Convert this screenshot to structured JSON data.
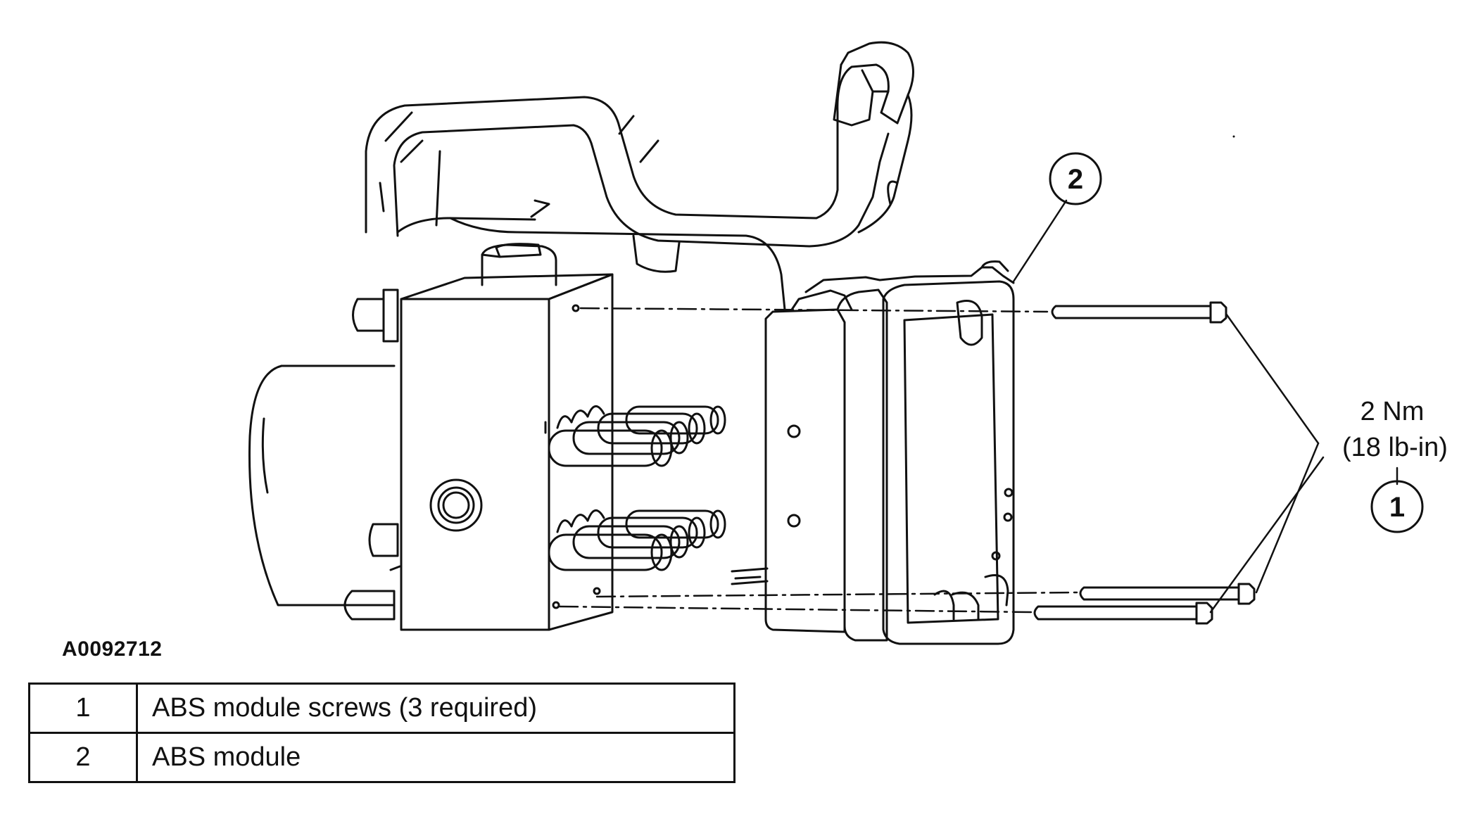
{
  "figure": {
    "id": "A0092712",
    "callouts": [
      {
        "number": "1"
      },
      {
        "number": "2"
      }
    ],
    "torque": {
      "value": "2 Nm",
      "imperial": "(18 lb-in)"
    }
  },
  "legend": {
    "rows": [
      {
        "number": "1",
        "description": "ABS module screws (3 required)"
      },
      {
        "number": "2",
        "description": "ABS module"
      }
    ]
  },
  "icons": [
    "abs-hydraulic-unit-drawing",
    "abs-module-drawing",
    "screw-drawing"
  ]
}
